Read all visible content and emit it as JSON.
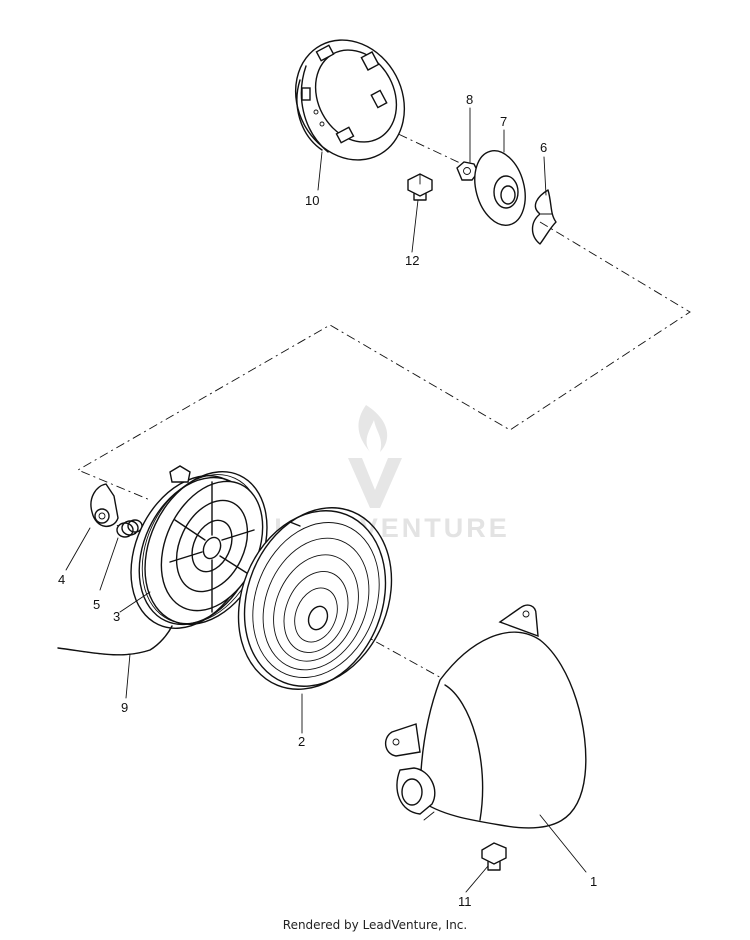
{
  "diagram": {
    "watermark_text": "LEADVENTURE",
    "footer": "Rendered by LeadVenture, Inc.",
    "callouts": [
      {
        "id": "1",
        "label": "1"
      },
      {
        "id": "2",
        "label": "2"
      },
      {
        "id": "3",
        "label": "3"
      },
      {
        "id": "4",
        "label": "4"
      },
      {
        "id": "5",
        "label": "5"
      },
      {
        "id": "6",
        "label": "6"
      },
      {
        "id": "7",
        "label": "7"
      },
      {
        "id": "8",
        "label": "8"
      },
      {
        "id": "9",
        "label": "9"
      },
      {
        "id": "10",
        "label": "10"
      },
      {
        "id": "11",
        "label": "11"
      },
      {
        "id": "12",
        "label": "12"
      }
    ]
  }
}
